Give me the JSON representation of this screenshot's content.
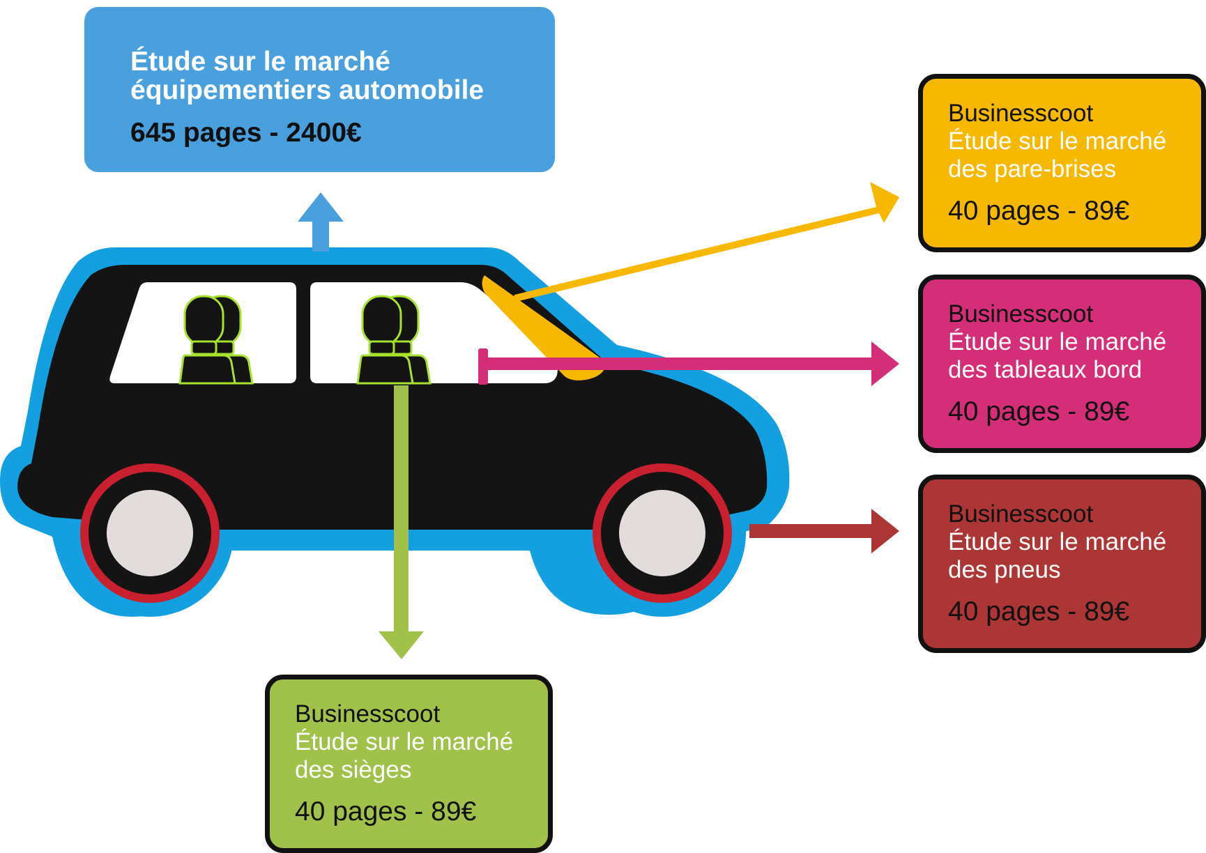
{
  "main_study": {
    "title_line1": "Étude sur le marché",
    "title_line2": "équipementiers automobile",
    "price": "645 pages - 2400€",
    "color": "#4a9fdd"
  },
  "studies": [
    {
      "id": "windshields",
      "brand": "Businesscoot",
      "title_line1": "Étude sur le marché",
      "title_line2": "des pare-brises",
      "price": "40 pages - 89€",
      "color": "#f7b800"
    },
    {
      "id": "dashboards",
      "brand": "Businesscoot",
      "title_line1": "Étude sur le marché",
      "title_line2": "des tableaux bord",
      "price": "40 pages - 89€",
      "color": "#d42e78"
    },
    {
      "id": "tires",
      "brand": "Businesscoot",
      "title_line1": "Étude sur le marché",
      "title_line2": "des pneus",
      "price": "40 pages - 89€",
      "color": "#ac3535"
    },
    {
      "id": "seats",
      "brand": "Businesscoot",
      "title_line1": "Étude sur le marché",
      "title_line2": "des sièges",
      "price": "40 pages - 89€",
      "color": "#a0c14a"
    }
  ],
  "car": {
    "outline_color": "#14a0e0",
    "body_color": "#141414",
    "tire_color": "#c8202e",
    "hub_color": "#e2dcdb",
    "seat_outline_color": "#a6e22e"
  }
}
